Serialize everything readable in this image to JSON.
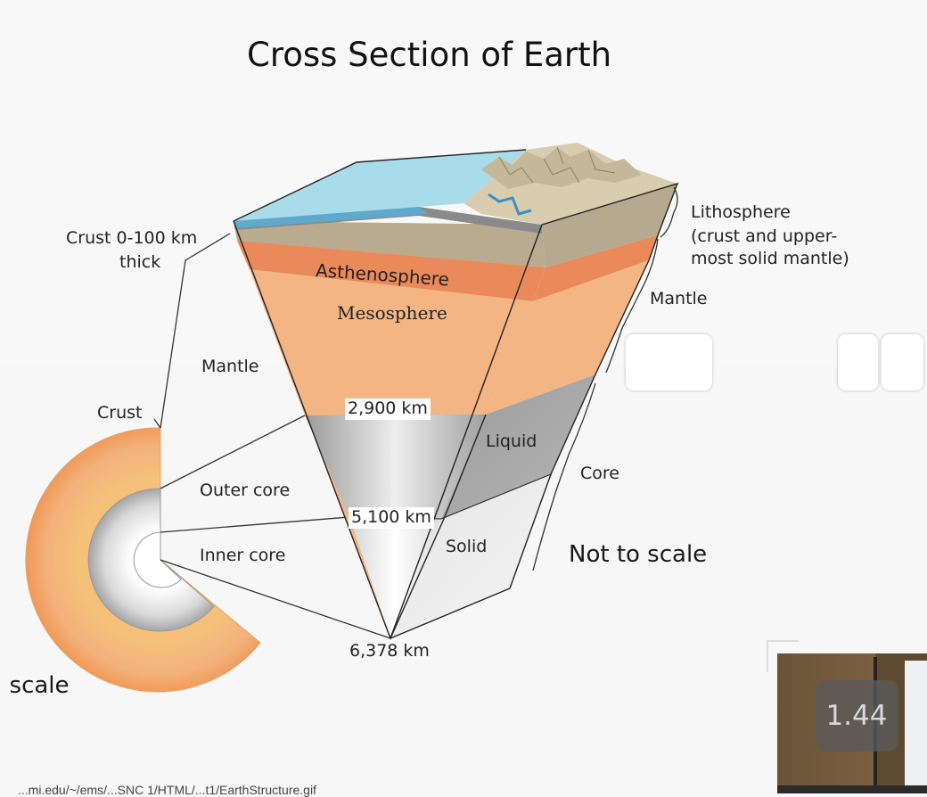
{
  "slide": {
    "title": "Cross Section of Earth",
    "partial_caption": "scale",
    "source_url": "...mi.edu/~/ems/...SNC 1/HTML/...t1/EarthStructure.gif"
  },
  "labels": {
    "crust_thickness": "Crust 0-100 km",
    "crust_thickness_2": "thick",
    "mantle_left": "Mantle",
    "crust_left": "Crust",
    "outer_core": "Outer core",
    "inner_core": "Inner core",
    "asthenosphere": "Asthenosphere",
    "mesosphere": "Mesosphere",
    "depth_2900": "2,900 km",
    "depth_5100": "5,100 km",
    "depth_6378": "6,378 km",
    "liquid": "Liquid",
    "solid": "Solid",
    "lithosphere_1": "Lithosphere",
    "lithosphere_2": "(crust and upper-",
    "lithosphere_3": "most solid mantle)",
    "mantle_right": "Mantle",
    "core_right": "Core",
    "not_to_scale": "Not to scale"
  },
  "player": {
    "speed": "1.44"
  },
  "colors": {
    "ocean": "#a9dcea",
    "mantle": "#f1b583",
    "asthenosphere": "#e8845a",
    "outer_core": "#c7c7c7",
    "inner_core": "#eeeeee",
    "crust": "#bfb39a"
  }
}
